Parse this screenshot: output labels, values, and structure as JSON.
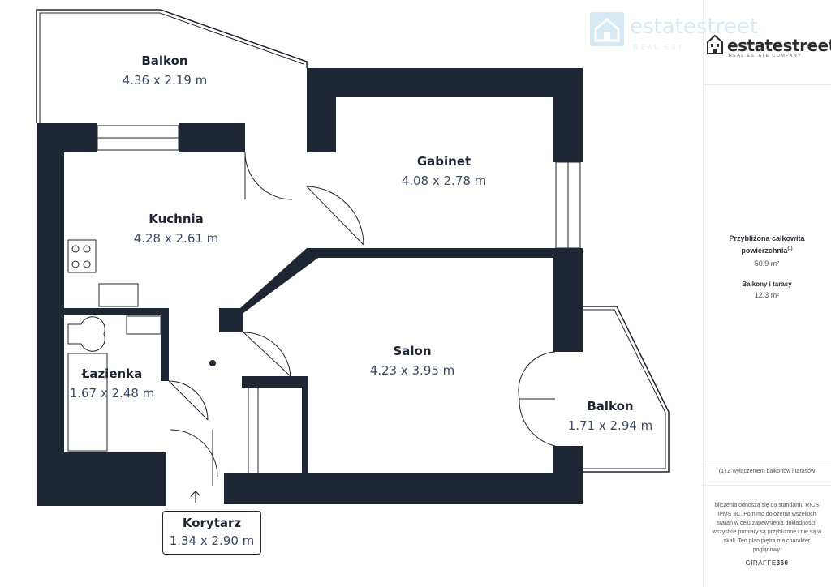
{
  "brand": {
    "watermark_text": "estatestreet",
    "watermark_sub": "REAL EST",
    "name": "estatestreet",
    "tagline": "REAL ESTATE COMPANY"
  },
  "rooms": [
    {
      "name": "Balkon",
      "dims": "4.36 x 2.19 m"
    },
    {
      "name": "Gabinet",
      "dims": "4.08 x 2.78 m"
    },
    {
      "name": "Kuchnia",
      "dims": "4.28 x 2.61 m"
    },
    {
      "name": "Salon",
      "dims": "4.23 x 3.95 m"
    },
    {
      "name": "Łazienka",
      "dims": "1.67 x 2.48 m"
    },
    {
      "name": "Balkon",
      "dims": "1.71 x 2.94 m"
    }
  ],
  "korytarz": {
    "name": "Korytarz",
    "dims": "1.34 x 2.90 m"
  },
  "summary": {
    "total_label_line1": "Przybliżona całkowita",
    "total_label_line2": "powierzchnia",
    "total_sup": "(1)",
    "total_value": "50.9 m²",
    "balcony_label": "Balkony i tarasy",
    "balcony_value": "12.3 m²"
  },
  "footnote": "(1) Z wyłączeniem balkonów i tarasów",
  "disclaimer": "bliczenia odnoszą się do standardu RICS IPMS 3C. Pomimo dołożenia wszelkich starań w celu zapewnienia dokładności, wszystkie pomiary są przybliżone i nie są w skali. Ten plan piętra ma charakter poglądowy.",
  "credit_prefix": "GIRAFFE",
  "credit_suffix": "360",
  "colors": {
    "wall": "#1f2633",
    "text_dim": "#3a4a66"
  }
}
